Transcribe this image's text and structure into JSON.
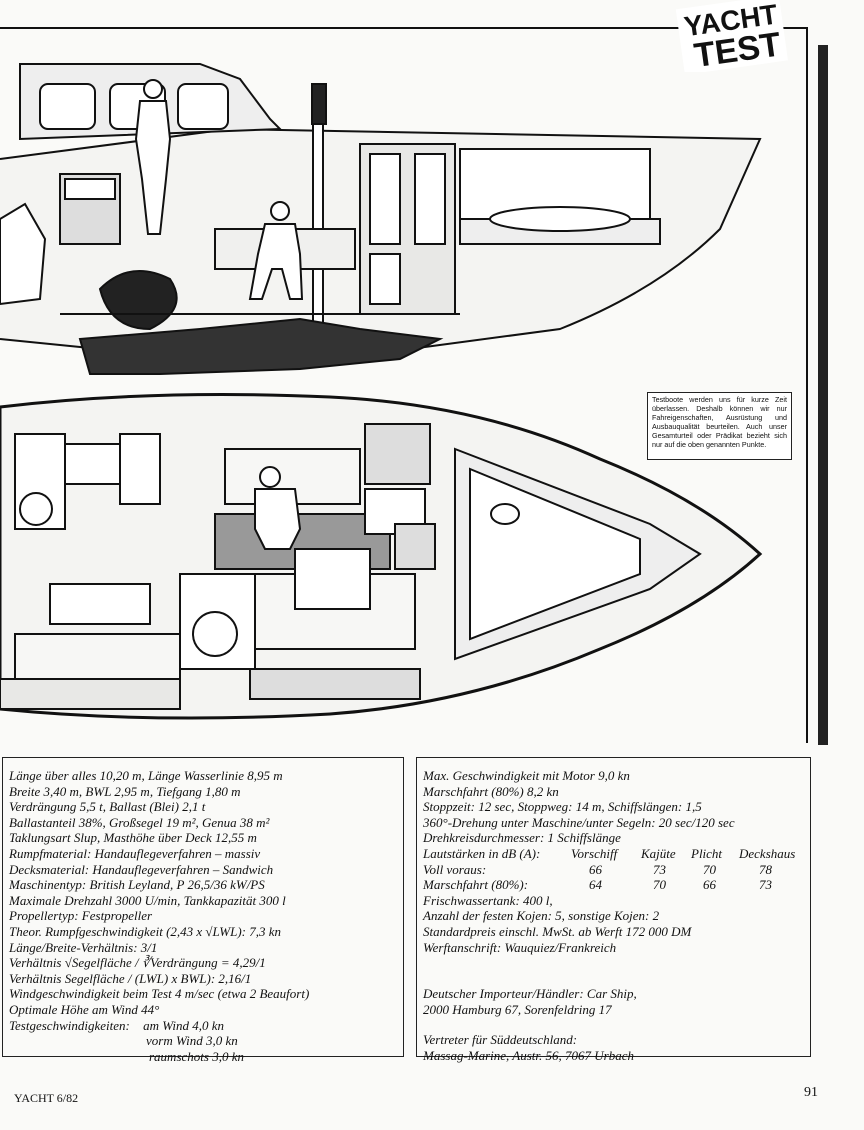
{
  "badge": {
    "line1": "YACHT",
    "line2": "TEST"
  },
  "note": "Testboote werden uns für kurze Zeit überlassen. Deshalb können wir nur Fahreigenschaften, Ausrüstung und Ausbauqualität beurteilen. Auch unser Gesamturteil oder Prädikat bezieht sich nur auf die oben genannten Punkte.",
  "specs_left": [
    "Länge über alles 10,20 m, Länge Wasserlinie 8,95 m",
    "Breite 3,40 m, BWL 2,95 m, Tiefgang 1,80 m",
    "Verdrängung 5,5 t, Ballast (Blei) 2,1 t",
    "Ballastanteil 38%, Großsegel 19 m², Genua 38 m²",
    "Taklungsart Slup, Masthöhe über Deck 12,55 m",
    "Rumpfmaterial: Handauflegeverfahren – massiv",
    "Decksmaterial: Handauflegeverfahren – Sandwich",
    "Maschinentyp: British Leyland, P 26,5/36 kW/PS",
    "Maximale Drehzahl 3000 U/min, Tankkapazität 300 l",
    "Propellertyp: Festpropeller",
    "Theor. Rumpfgeschwindigkeit (2,43 x √LWL): 7,3 kn",
    "Länge/Breite-Verhältnis: 3/1",
    "Verhältnis √Segelfläche / ∛Verdrängung = 4,29/1",
    "Verhältnis Segelfläche / (LWL) x BWL): 2,16/1",
    "Windgeschwindigkeit beim Test 4 m/sec (etwa 2 Beaufort)",
    "Optimale Höhe am Wind 44°"
  ],
  "test_speeds": {
    "label": "Testgeschwindigkeiten:",
    "values": [
      "am Wind 4,0 kn",
      "vorm Wind 3,0 kn",
      "raumschots 3,0 kn"
    ]
  },
  "specs_right_top": [
    "Max. Geschwindigkeit mit Motor 9,0 kn",
    "Marschfahrt (80%) 8,2 kn",
    "Stoppzeit: 12 sec, Stoppweg: 14 m, Schiffslängen: 1,5",
    "360°-Drehung unter Maschine/unter Segeln: 20 sec/120 sec",
    "Drehkreisdurchmesser: 1 Schiffslänge"
  ],
  "laut": {
    "headers": [
      "Lautstärken in dB (A):",
      "Vorschiff",
      "Kajüte",
      "Plicht",
      "Deckshaus"
    ],
    "rows": [
      [
        "Voll voraus:",
        "66",
        "73",
        "70",
        "78"
      ],
      [
        "Marschfahrt (80%):",
        "64",
        "70",
        "66",
        "73"
      ]
    ]
  },
  "specs_right_mid": [
    "Frischwassertank: 400 l,",
    "Anzahl der festen Kojen: 5, sonstige Kojen: 2",
    "Standardpreis einschl. MwSt. ab Werft 172 000 DM",
    "Werftanschrift: Wauquiez/Frankreich"
  ],
  "importer": [
    "Deutscher Importeur/Händler: Car Ship,",
    "2000 Hamburg 67, Sorenfeldring 17"
  ],
  "rep": [
    "Vertreter für Süddeutschland:",
    "Massag-Marine, Austr. 56, 7067 Urbach"
  ],
  "footer": {
    "left": "YACHT 6/82",
    "page": "91"
  }
}
